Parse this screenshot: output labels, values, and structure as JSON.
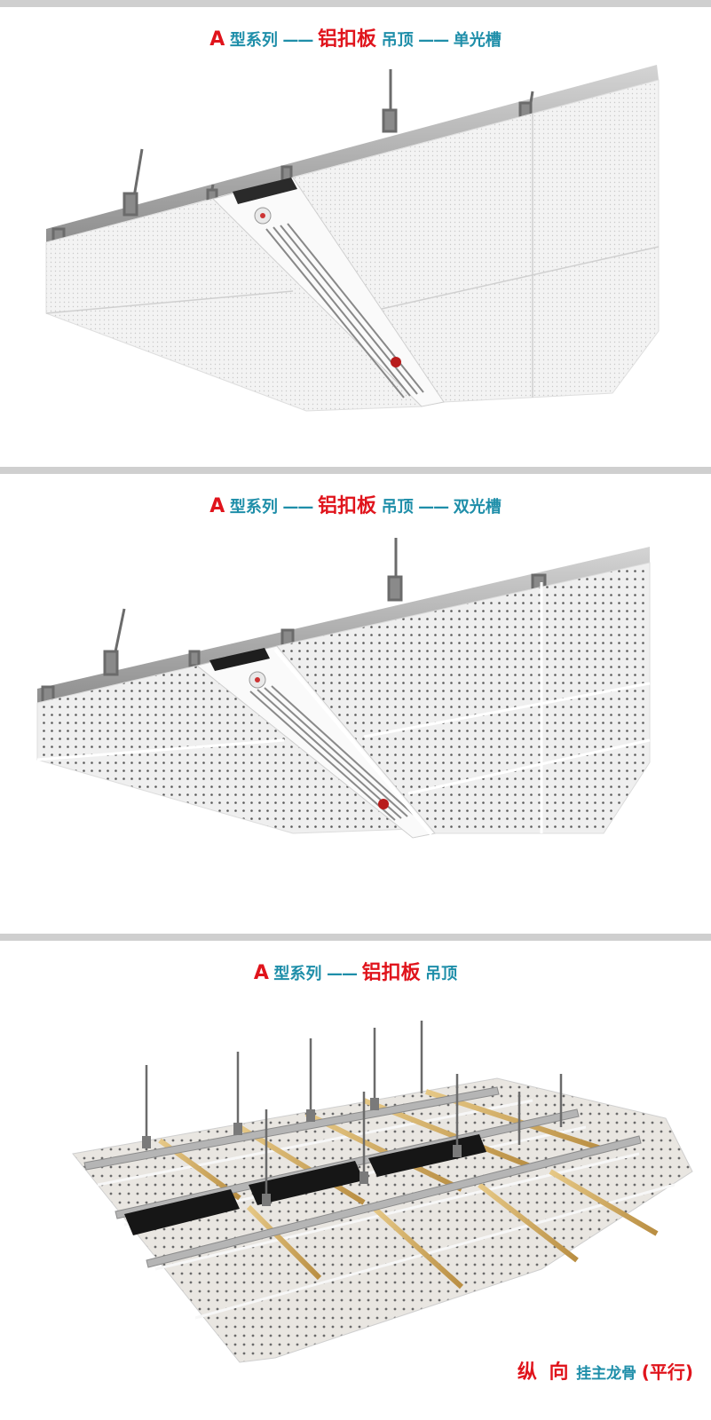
{
  "sections": [
    {
      "title": {
        "letter": "A",
        "series": "型系列",
        "dash": "——",
        "product": "铝扣板",
        "suffix": "吊顶",
        "dash2": "——",
        "variant": "单光槽"
      },
      "image_name": "single-light-slot-ceiling"
    },
    {
      "title": {
        "letter": "A",
        "series": "型系列",
        "dash": "——",
        "product": "铝扣板",
        "suffix": "吊顶",
        "dash2": "——",
        "variant": "双光槽"
      },
      "image_name": "double-light-slot-ceiling"
    },
    {
      "title": {
        "letter": "A",
        "series": "型系列",
        "dash": "——",
        "product": "铝扣板",
        "suffix": "吊顶"
      },
      "image_name": "ceiling-grid-structure",
      "caption": {
        "part1": "纵 向",
        "part2": "挂主龙骨",
        "part3": "(平行)"
      }
    }
  ],
  "colors": {
    "accent_red": "#e0141c",
    "accent_teal": "#1e8ea9",
    "divider": "#cfcfcf",
    "keel_gold": "#d8b46a"
  }
}
